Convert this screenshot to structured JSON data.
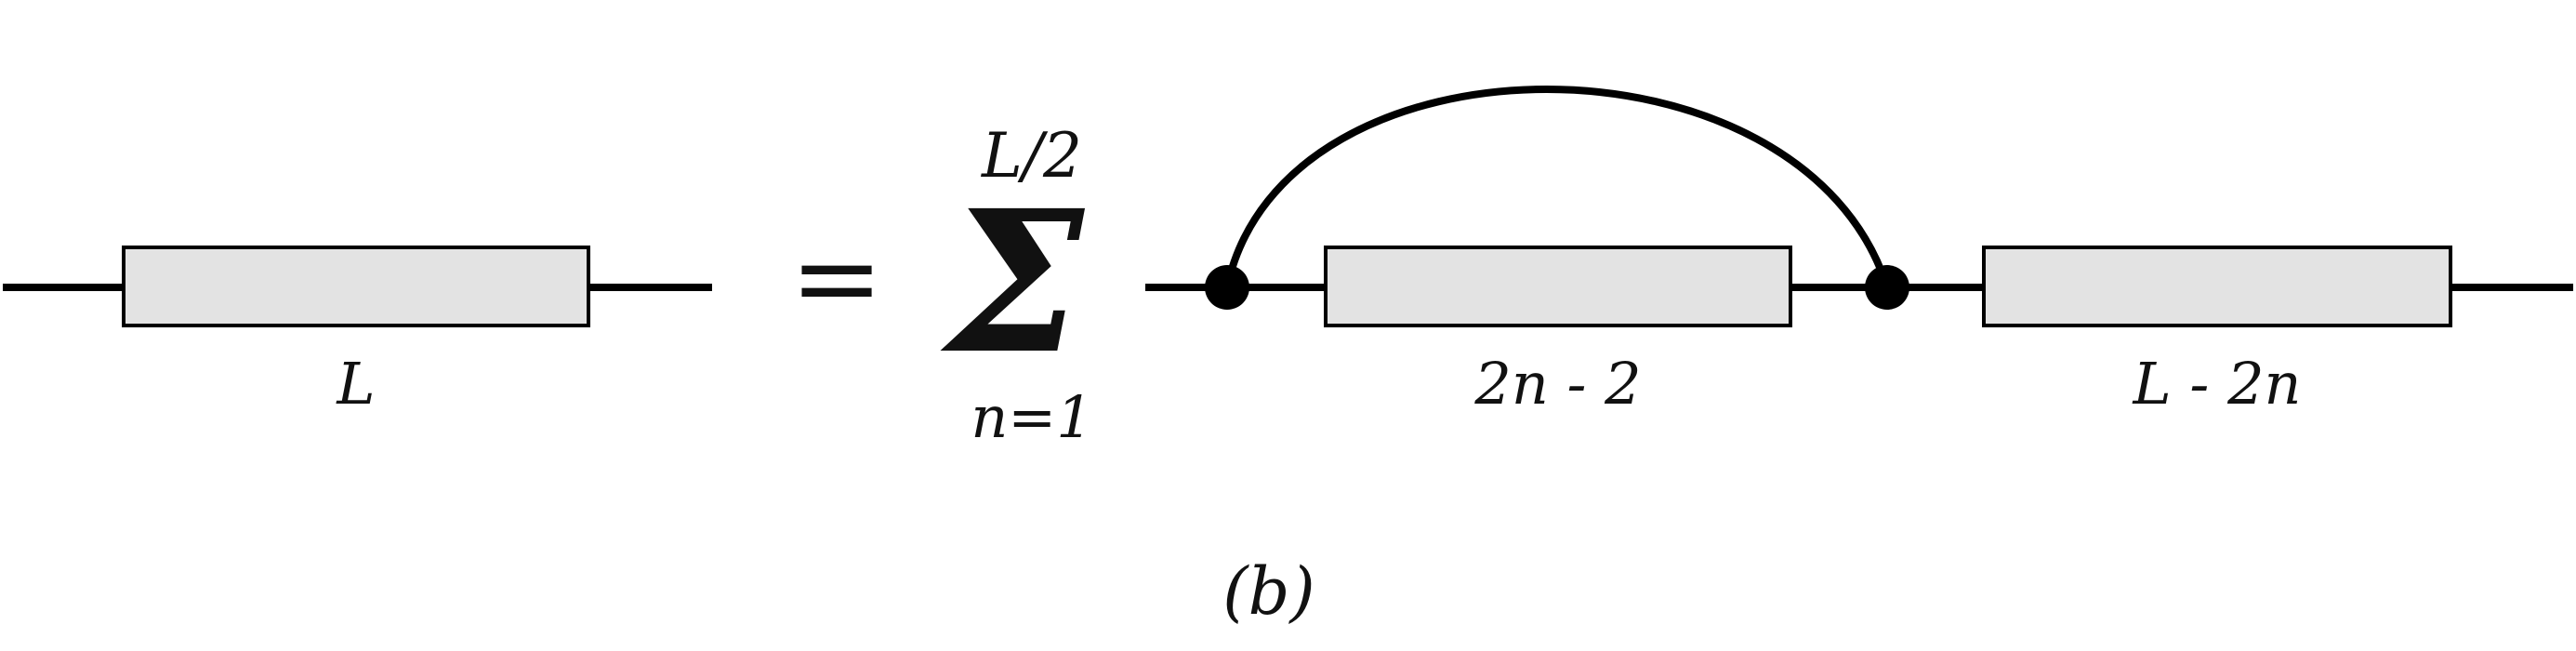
{
  "diagram": {
    "left_box_label": "L",
    "equals_sign": "=",
    "sum_upper_limit": "L/2",
    "sum_symbol": "Σ",
    "sum_lower_limit": "n=1",
    "middle_box_label": "2n - 2",
    "right_box_label": "L - 2n",
    "panel_label": "(b)"
  },
  "colors": {
    "line": "#000000",
    "box_fill": "#e3e3e3",
    "box_stroke": "#000000",
    "dot": "#000000"
  }
}
